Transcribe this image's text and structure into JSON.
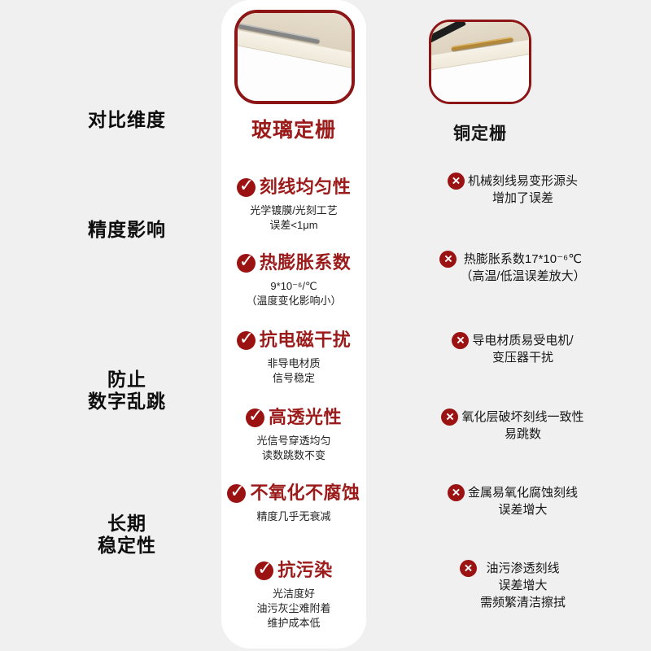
{
  "page": {
    "background": "#f0f0f0",
    "card_background": "#ffffff",
    "accent_red": "#9b1b1b",
    "icon_red": "#9b1212",
    "photo_border_red": "#8c1616",
    "text_black": "#1a1a1a"
  },
  "icons": {
    "check": "✓",
    "cross": "×"
  },
  "header": {
    "dimension_label": "对比维度",
    "glass_title": "玻璃定栅",
    "copper_title": "铜定栅"
  },
  "side_labels": {
    "accuracy": "精度影响",
    "jump_line1": "防止",
    "jump_line2": "数字乱跳",
    "stability_line1": "长期",
    "stability_line2": "稳定性"
  },
  "glass_features": [
    {
      "title": "刻线均匀性",
      "lines": [
        "光学镀膜/光刻工艺",
        "误差<1μm"
      ]
    },
    {
      "title": "热膨胀系数",
      "lines": [
        "9*10⁻⁶/℃",
        "（温度变化影响小）"
      ]
    },
    {
      "title": "抗电磁干扰",
      "lines": [
        "非导电材质",
        "信号稳定"
      ]
    },
    {
      "title": "高透光性",
      "lines": [
        "光信号穿透均匀",
        "读数跳数不变"
      ]
    },
    {
      "title": "不氧化不腐蚀",
      "lines": [
        "精度几乎无衰减"
      ]
    },
    {
      "title": "抗污染",
      "lines": [
        "光洁度好",
        "油污灰尘难附着",
        "维护成本低"
      ]
    }
  ],
  "copper_features": [
    {
      "lines": [
        "机械刻线易变形源头",
        "增加了误差"
      ]
    },
    {
      "lines": [
        "热膨胀系数17*10⁻⁶℃",
        "（高温/低温误差放大）"
      ]
    },
    {
      "lines": [
        "导电材质易受电机/",
        "变压器干扰"
      ]
    },
    {
      "lines": [
        "氧化层破坏刻线一致性",
        "易跳数"
      ]
    },
    {
      "lines": [
        "金属易氧化腐蚀刻线",
        "误差增大"
      ]
    },
    {
      "lines": [
        "油污渗透刻线",
        "误差增大",
        "需频繁清洁擦拭"
      ]
    }
  ]
}
